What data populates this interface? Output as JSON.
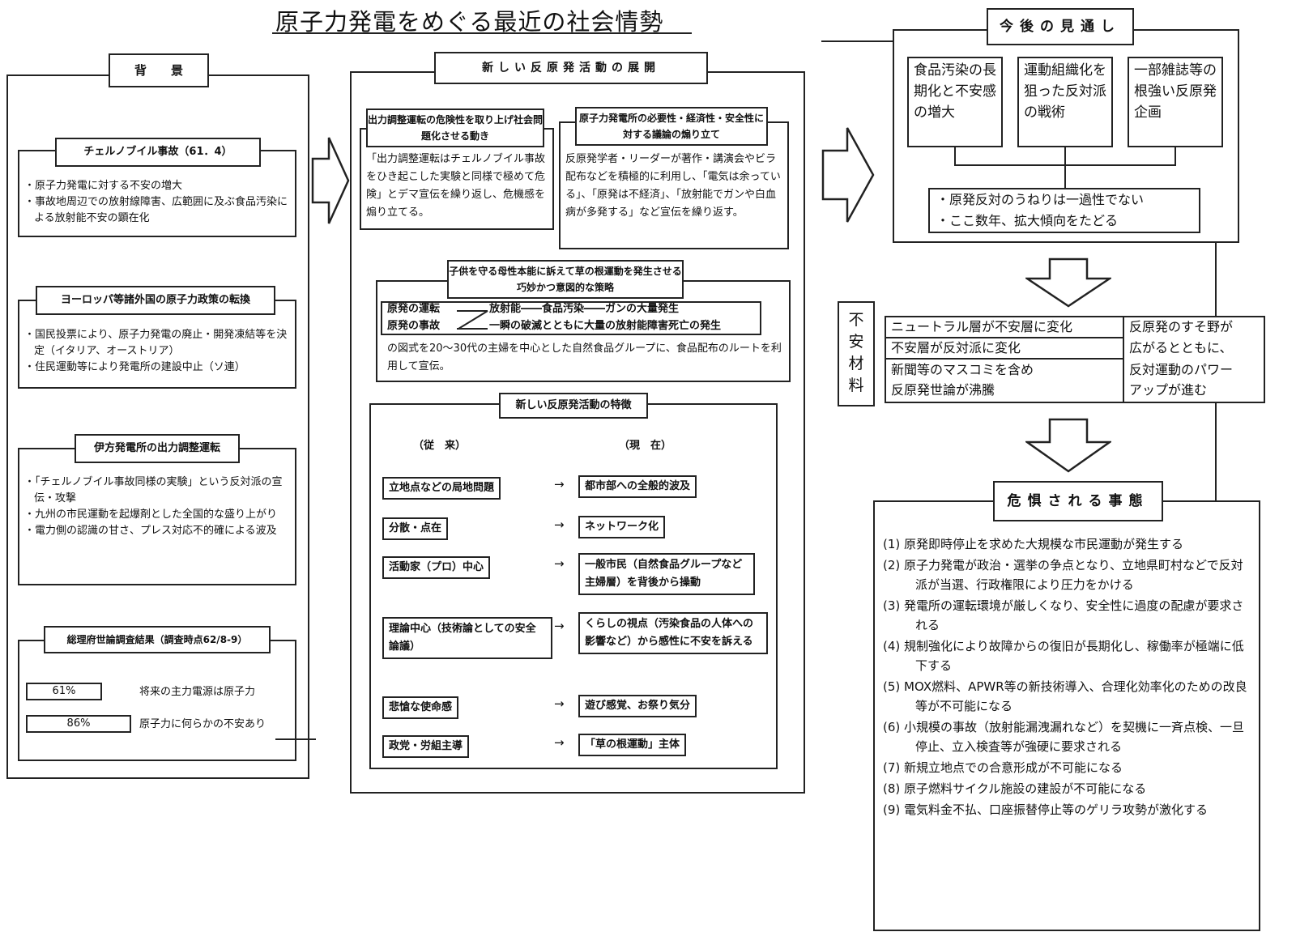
{
  "title": "原子力発電をめぐる最近の社会情勢",
  "background": {
    "heading": "背　　景",
    "chernobyl": {
      "heading": "チェルノブイル事故（61．4）",
      "items": [
        "原子力発電に対する不安の増大",
        "事故地周辺での放射線障害、広範囲に及ぶ食品汚染による放射能不安の顕在化"
      ]
    },
    "europe": {
      "heading": "ヨーロッパ等諸外国の原子力政策の転換",
      "items": [
        "国民投票により、原子力発電の廃止・開発凍結等を決定（イタリア、オーストリア）",
        "住民運動等により発電所の建設中止（ソ連）"
      ]
    },
    "ikata": {
      "heading": "伊方発電所の出力調整運転",
      "items": [
        "「チェルノブイル事故同様の実験」という反対派の宣伝・攻撃",
        "九州の市民運動を起爆剤とした全国的な盛り上がり",
        "電力側の認識の甘さ、プレス対応不的確による波及"
      ]
    },
    "survey": {
      "heading": "総理府世論調査結果（調査時点62/8-9）",
      "rows": [
        {
          "pct": "61%",
          "value": 0.61,
          "label": "将来の主力電源は原子力"
        },
        {
          "pct": "86%",
          "value": 0.86,
          "label": "原子力に何らかの不安あり"
        }
      ]
    }
  },
  "movement": {
    "heading": "新しい反原発活動の展開",
    "output_risk": {
      "heading": "出力調整運転の危険性を取り上げ社会問題化させる動き",
      "body": "「出力調整運転はチェルノブイル事故をひき起こした実験と同様で極めて危険」とデマ宣伝を繰り返し、危機感を煽り立てる。"
    },
    "necessity": {
      "heading": "原子力発電所の必要性・経済性・安全性に対する議論の煽り立て",
      "body": "反原発学者・リーダーが著作・講演会やビラ配布などを積極的に利用し、「電気は余っている」、「原発は不経済」、「放射能でガンや白血病が多発する」など宣伝を繰り返す。"
    },
    "maternal": {
      "heading": "子供を守る母性本能に訴えて草の根運動を発生させる巧妙かつ意図的な策略",
      "row1a": "原発の運転",
      "row1b": "放射能――食品汚染――ガンの大量発生",
      "row2a": "原発の事故",
      "row2b": "一瞬の破滅とともに大量の放射能障害死亡の発生",
      "body": "の図式を20～30代の主婦を中心とした自然食品グループに、食品配布のルートを利用して宣伝。"
    },
    "features": {
      "heading": "新しい反原発活動の特徴",
      "col_old": "（従　来）",
      "col_new": "（現　在）",
      "rows": [
        {
          "old": "立地点などの局地問題",
          "new": "都市部への全般的波及"
        },
        {
          "old": "分散・点在",
          "new": "ネットワーク化"
        },
        {
          "old": "活動家（プロ）中心",
          "new": "一般市民（自然食品グループなど主婦層）を背後から操動"
        },
        {
          "old": "理論中心（技術論としての安全論議）",
          "new": "くらしの視点（汚染食品の人体への影響など）から感性に不安を訴える"
        },
        {
          "old": "悲愴な使命感",
          "new": "遊び感覚、お祭り気分"
        },
        {
          "old": "政党・労組主導",
          "new": "「草の根運動」主体"
        }
      ]
    }
  },
  "outlook": {
    "heading": "今後の見通し",
    "boxes": [
      "食品汚染の長期化と不安感の増大",
      "運動組織化を狙った反対派の戦術",
      "一部雑誌等の根強い反原発企画"
    ],
    "summary": [
      "原発反対のうねりは一過性でない",
      "ここ数年、拡大傾向をたどる"
    ]
  },
  "anxiety": {
    "label": "不安材料",
    "left": [
      "ニュートラル層が不安層に変化",
      "不安層が反対派に変化",
      "新聞等のマスコミを含め",
      "反原発世論が沸騰"
    ],
    "right": [
      "反原発のすそ野が",
      "広がるとともに、",
      "反対運動のパワー",
      "アップが進む"
    ]
  },
  "concerns": {
    "heading": "危惧される事態",
    "items": [
      {
        "num": "(1)",
        "text": "原発即時停止を求めた大規模な市民運動が発生する"
      },
      {
        "num": "(2)",
        "text": "原子力発電が政治・選挙の争点となり、立地県町村などで反対派が当選、行政権限により圧力をかける"
      },
      {
        "num": "(3)",
        "text": "発電所の運転環境が厳しくなり、安全性に過度の配慮が要求される"
      },
      {
        "num": "(4)",
        "text": "規制強化により故障からの復旧が長期化し、稼働率が極端に低下する"
      },
      {
        "num": "(5)",
        "text": "MOX燃料、APWR等の新技術導入、合理化効率化のための改良等が不可能になる"
      },
      {
        "num": "(6)",
        "text": "小規模の事故（放射能漏洩漏れなど）を契機に一斉点検、一旦停止、立入検査等が強硬に要求される"
      },
      {
        "num": "(7)",
        "text": "新規立地点での合意形成が不可能になる"
      },
      {
        "num": "(8)",
        "text": "原子燃料サイクル施設の建設が不可能になる"
      },
      {
        "num": "(9)",
        "text": "電気料金不払、口座振替停止等のゲリラ攻勢が激化する"
      }
    ]
  }
}
